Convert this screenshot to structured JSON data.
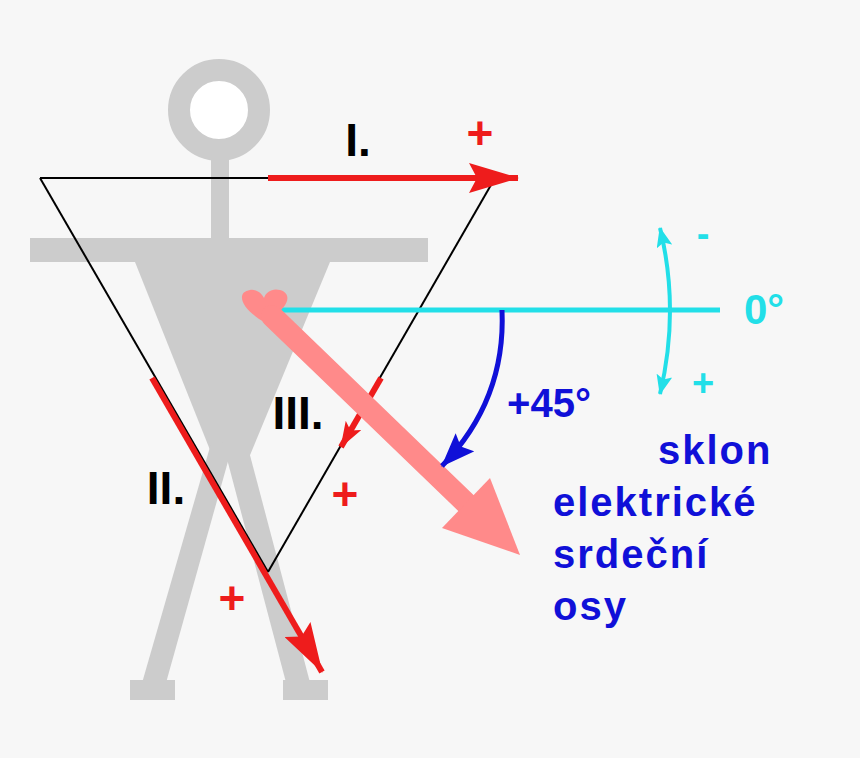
{
  "diagram": {
    "labels": [
      "I.",
      "+",
      "III.",
      "+",
      "II.",
      "+",
      "-",
      "0°",
      "+",
      "+45°",
      "sklon elektrické srdeční osy"
    ]
  }
}
